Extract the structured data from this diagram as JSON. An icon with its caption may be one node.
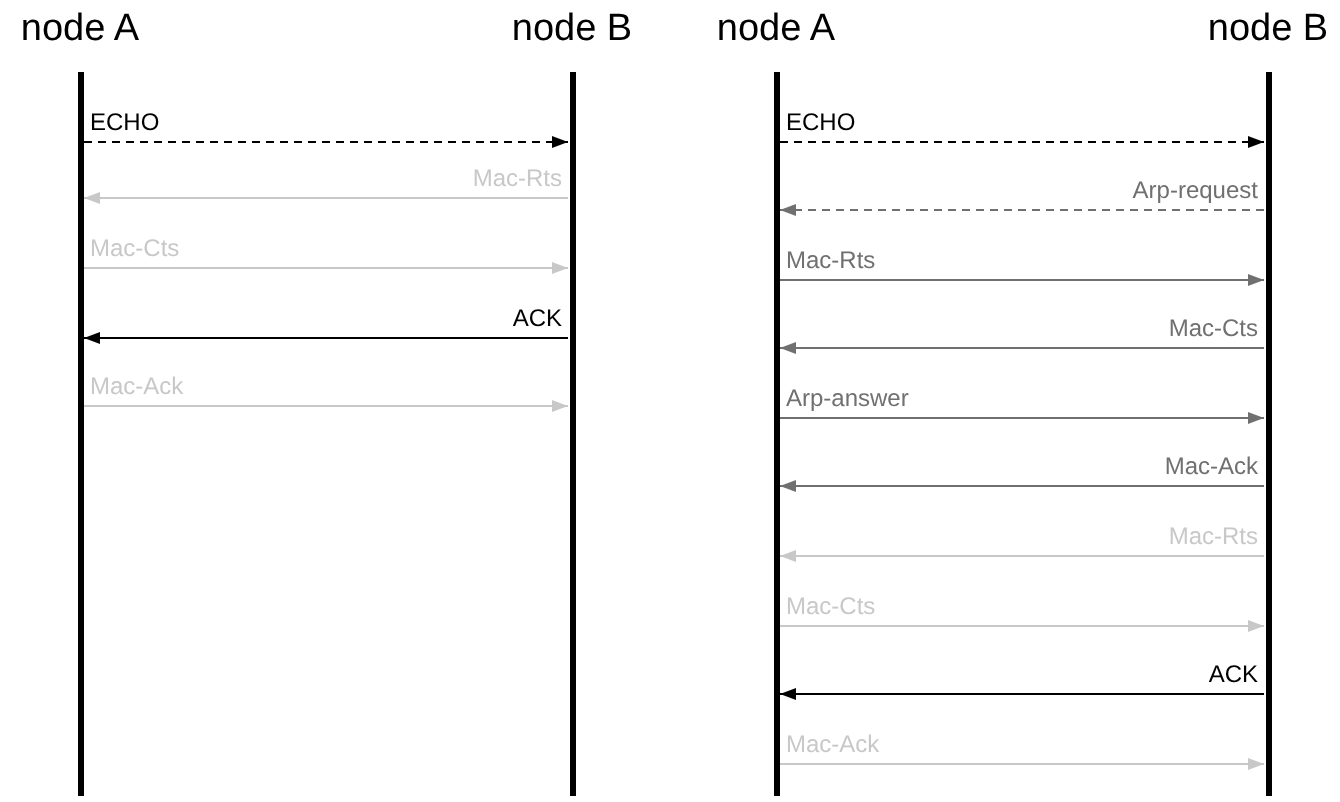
{
  "diagram": {
    "nodes": [
      {
        "text": [
          "node A"
        ]
      },
      {
        "text": [
          "node B"
        ]
      },
      {
        "text": [
          "node A"
        ]
      },
      {
        "text": [
          "node B"
        ]
      }
    ],
    "edges": [
      {
        "from": 0,
        "to": 1,
        "arrow": "to",
        "label": "ECHO",
        "style": "dashed",
        "color": "#000000"
      },
      {
        "from": 1,
        "to": 0,
        "arrow": "to",
        "label": "Mac-Rts",
        "color": "#c8c8c8"
      },
      {
        "from": 0,
        "to": 1,
        "arrow": "to",
        "label": "Mac-Cts",
        "color": "#c8c8c8"
      },
      {
        "from": 1,
        "to": 0,
        "arrow": "to",
        "label": "ACK",
        "color": "#000000"
      },
      {
        "from": 0,
        "to": 1,
        "arrow": "to",
        "label": "Mac-Ack",
        "color": "#c8c8c8"
      },
      {
        "from": 2,
        "to": 3,
        "arrow": "to",
        "label": "ECHO",
        "style": "dashed",
        "color": "#000000"
      },
      {
        "from": 3,
        "to": 2,
        "arrow": "to",
        "label": "Arp-request",
        "style": "dashed",
        "color": "#707070"
      },
      {
        "from": 2,
        "to": 3,
        "arrow": "to",
        "label": "Mac-Rts",
        "color": "#707070"
      },
      {
        "from": 3,
        "to": 2,
        "arrow": "to",
        "label": "Mac-Cts",
        "color": "#707070"
      },
      {
        "from": 2,
        "to": 3,
        "arrow": "to",
        "label": "Arp-answer",
        "color": "#707070"
      },
      {
        "from": 3,
        "to": 2,
        "arrow": "to",
        "label": "Mac-Ack",
        "color": "#707070"
      },
      {
        "from": 3,
        "to": 2,
        "arrow": "to",
        "label": "Mac-Rts",
        "color": "#c8c8c8"
      },
      {
        "from": 2,
        "to": 3,
        "arrow": "to",
        "label": "Mac-Cts",
        "color": "#c8c8c8"
      },
      {
        "from": 3,
        "to": 2,
        "arrow": "to",
        "label": "ACK",
        "color": "#000000"
      },
      {
        "from": 2,
        "to": 3,
        "arrow": "to",
        "label": "Mac-Ack",
        "color": "#c8c8c8"
      }
    ]
  }
}
